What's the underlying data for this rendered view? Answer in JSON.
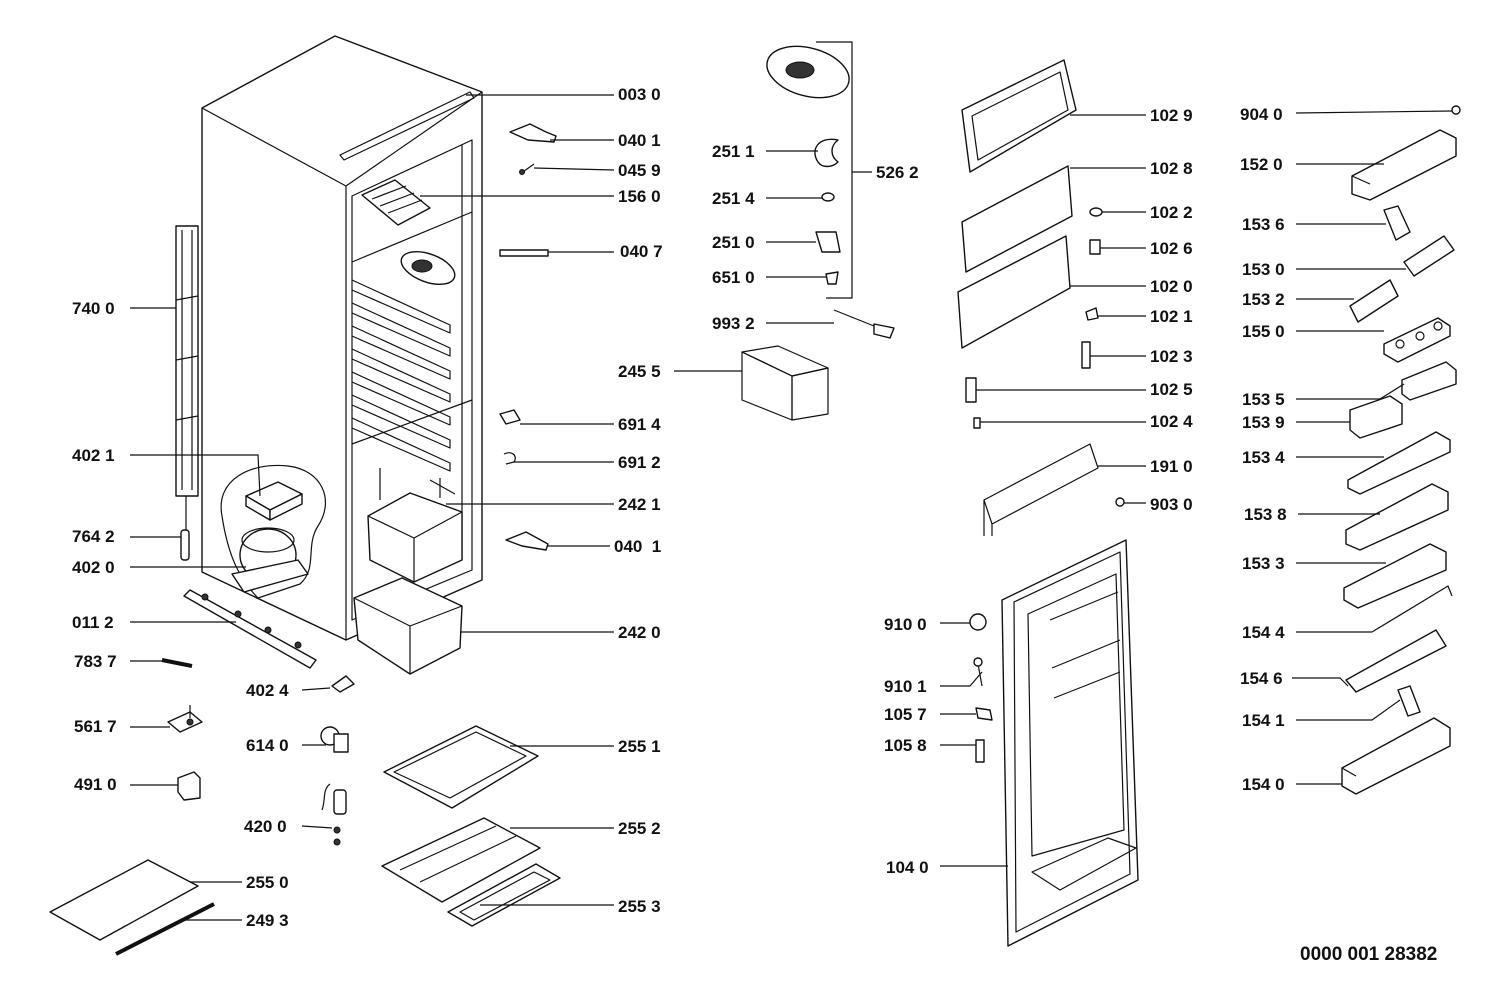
{
  "document_code": "0000 001 28382",
  "labels": {
    "p0030": "003 0",
    "p0401a": "040 1",
    "p0459": "045 9",
    "p1560": "156 0",
    "p0407": "040 7",
    "p7400": "740 0",
    "p4021": "402 1",
    "p7642": "764 2",
    "p4020": "402 0",
    "p0112": "011 2",
    "p7837": "783 7",
    "p4024": "402 4",
    "p5617": "561 7",
    "p6140": "614 0",
    "p4910": "491 0",
    "p4200": "420 0",
    "p2550": "255 0",
    "p2493": "249 3",
    "p2511": "251 1",
    "p2514": "251 4",
    "p2510": "251 0",
    "p6510": "651 0",
    "p5262": "526 2",
    "p9932": "993 2",
    "p2455": "245 5",
    "p6914": "691 4",
    "p6912": "691 2",
    "p2421": "242 1",
    "p0401b": "040  1",
    "p2420": "242 0",
    "p2551": "255 1",
    "p2552": "255 2",
    "p2553": "255 3",
    "p1029": "102 9",
    "p1028": "102 8",
    "p1022": "102 2",
    "p1026": "102 6",
    "p1020": "102 0",
    "p1021": "102 1",
    "p1023": "102 3",
    "p1025": "102 5",
    "p1024": "102 4",
    "p1910": "191 0",
    "p9030": "903 0",
    "p9100": "910 0",
    "p9101": "910 1",
    "p1057": "105 7",
    "p1058": "105 8",
    "p1040": "104 0",
    "p9040": "904 0",
    "p1520": "152 0",
    "p1536": "153 6",
    "p1530": "153 0",
    "p1532": "153 2",
    "p1550": "155 0",
    "p1535": "153 5",
    "p1539": "153 9",
    "p1534": "153 4",
    "p1538": "153 8",
    "p1533": "153 3",
    "p1544": "154 4",
    "p1546": "154 6",
    "p1541": "154 1",
    "p1540": "154 0"
  }
}
